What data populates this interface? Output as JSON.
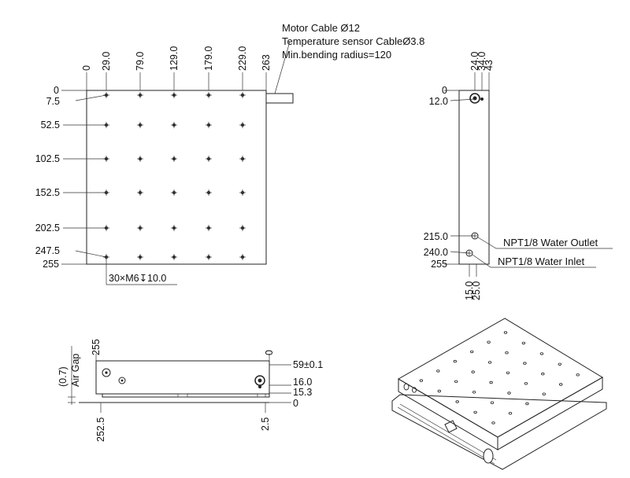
{
  "top_view": {
    "x_ticks": [
      "0",
      "29.0",
      "79.0",
      "129.0",
      "179.0",
      "229.0",
      "263"
    ],
    "y_ticks": [
      "0",
      "7.5",
      "52.5",
      "102.5",
      "152.5",
      "202.5",
      "247.5",
      "255"
    ],
    "hole_note": "30×M6↧10.0",
    "cable_notes": [
      "Motor Cable Ø12",
      "Temperature sensor CableØ3.8",
      "Min.bending radius=120"
    ]
  },
  "side_view": {
    "top_ticks": [
      "24.0",
      "34.0",
      "43"
    ],
    "left_ticks": [
      "0",
      "12.0",
      "215.0",
      "240.0",
      "255"
    ],
    "bottom_ticks": [
      "15.0",
      "25.0"
    ],
    "port_labels": [
      "NPT1/8 Water Outlet",
      "NPT1/8 Water Inlet"
    ]
  },
  "front_view": {
    "gap_label": "Air Gap",
    "gap_value": "(0.7)",
    "top_left": "255",
    "top_right": "0",
    "bottom_left": "252.5",
    "bottom_right": "2.5",
    "right_dims": [
      "59±0.1",
      "16.0",
      "15.3",
      "0"
    ]
  }
}
